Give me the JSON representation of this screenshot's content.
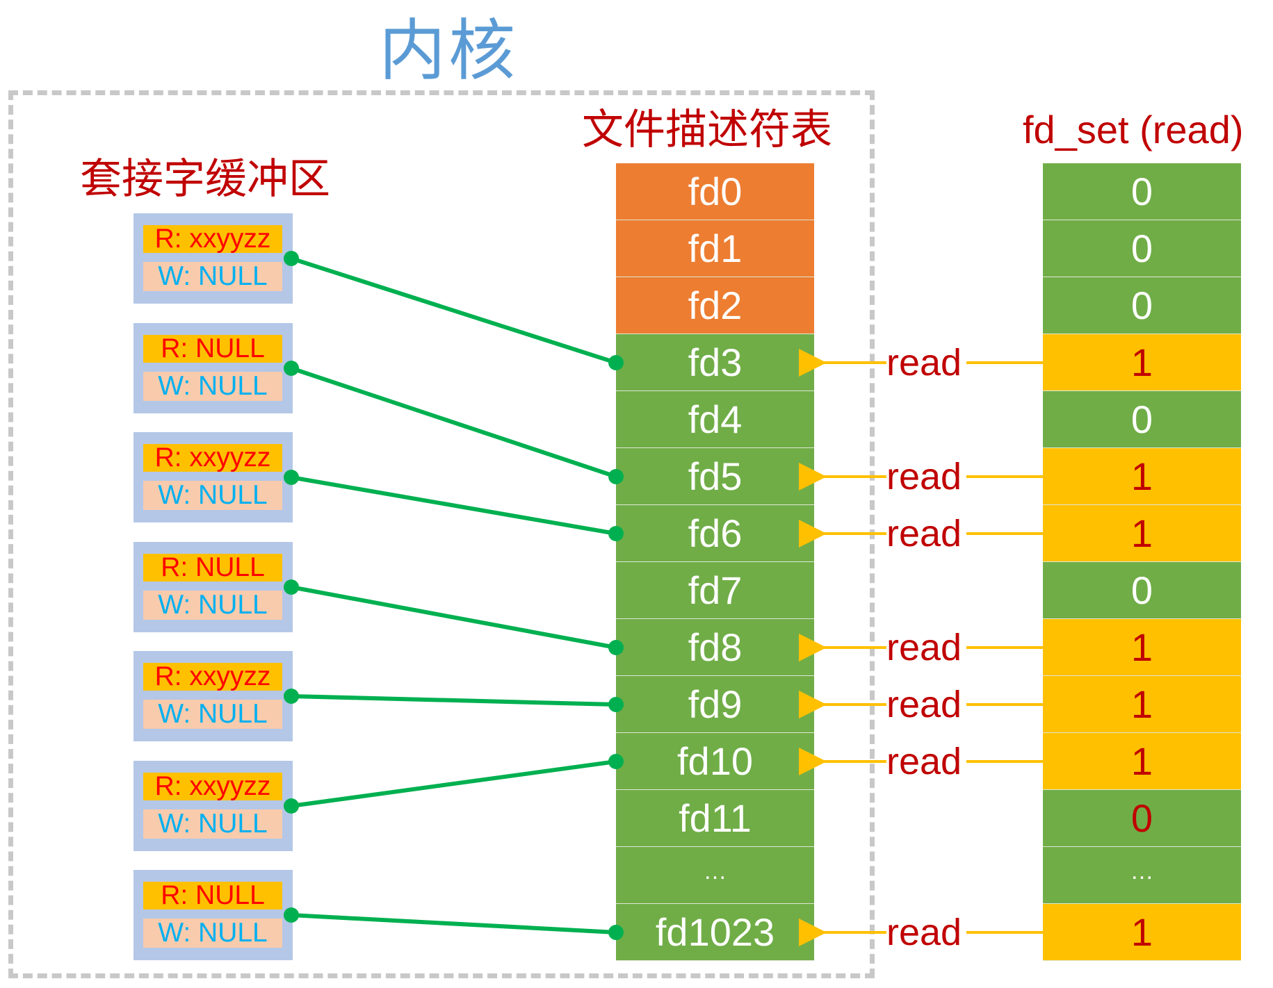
{
  "title": "内核",
  "buffers_title": "套接字缓冲区",
  "fd_table_title": "文件描述符表",
  "fd_set_title": "fd_set (read)",
  "buffers": [
    {
      "r": "R: xxyyzz",
      "w": "W: NULL",
      "fd": "fd3"
    },
    {
      "r": "R: NULL",
      "w": "W: NULL",
      "fd": "fd5"
    },
    {
      "r": "R: xxyyzz",
      "w": "W: NULL",
      "fd": "fd6"
    },
    {
      "r": "R: NULL",
      "w": "W: NULL",
      "fd": "fd8"
    },
    {
      "r": "R: xxyyzz",
      "w": "W: NULL",
      "fd": "fd9"
    },
    {
      "r": "R: xxyyzz",
      "w": "W: NULL",
      "fd": "fd10"
    },
    {
      "r": "R: NULL",
      "w": "W: NULL",
      "fd": "fd1023"
    }
  ],
  "rows": [
    {
      "fd": "fd0",
      "bit": "0",
      "fd_color": "orange",
      "read": false
    },
    {
      "fd": "fd1",
      "bit": "0",
      "fd_color": "orange",
      "read": false
    },
    {
      "fd": "fd2",
      "bit": "0",
      "fd_color": "orange",
      "read": false
    },
    {
      "fd": "fd3",
      "bit": "1",
      "fd_color": "green",
      "read": true
    },
    {
      "fd": "fd4",
      "bit": "0",
      "fd_color": "green",
      "read": false
    },
    {
      "fd": "fd5",
      "bit": "1",
      "fd_color": "green",
      "read": true
    },
    {
      "fd": "fd6",
      "bit": "1",
      "fd_color": "green",
      "read": true
    },
    {
      "fd": "fd7",
      "bit": "0",
      "fd_color": "green",
      "read": false
    },
    {
      "fd": "fd8",
      "bit": "1",
      "fd_color": "green",
      "read": true
    },
    {
      "fd": "fd9",
      "bit": "1",
      "fd_color": "green",
      "read": true
    },
    {
      "fd": "fd10",
      "bit": "1",
      "fd_color": "green",
      "read": true
    },
    {
      "fd": "fd11",
      "bit": "0",
      "fd_color": "green",
      "read": false,
      "bit_highlight": true
    },
    {
      "fd": "…",
      "bit": "…",
      "fd_color": "green",
      "read": false,
      "ellipsis": true
    },
    {
      "fd": "fd1023",
      "bit": "1",
      "fd_color": "green",
      "read": true
    }
  ],
  "read_label": "read",
  "colors": {
    "link": "#00b050",
    "arrow": "#ffc000",
    "set_bit_bg": "#ffc000",
    "unset_bit_bg": "#70ad47",
    "std_fd_bg": "#ed7d31"
  }
}
